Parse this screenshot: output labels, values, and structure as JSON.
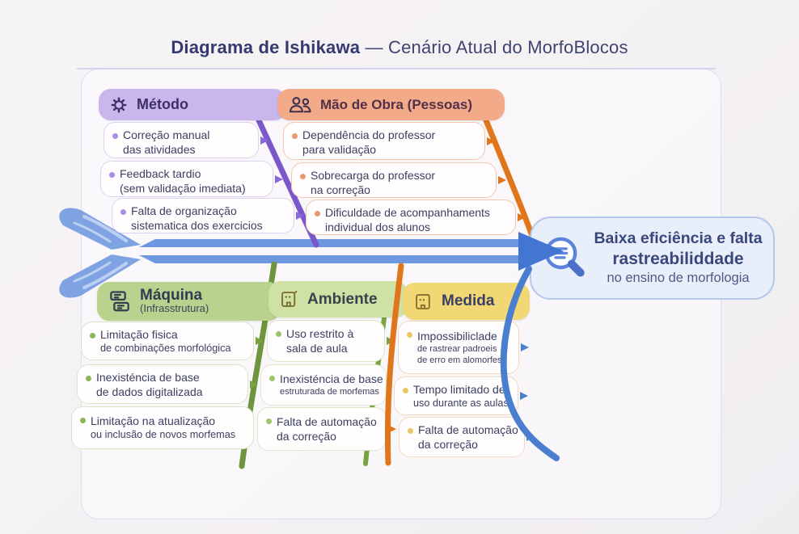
{
  "title": {
    "bold": "Diagrama de Ishikawa",
    "rest": "— Cenário Atual do MorfoBlocos"
  },
  "head": {
    "icon": "magnifier-icon",
    "line1": "Baixa eficiência e falta",
    "line2": "rastreabiliddade",
    "line3": "no ensino de morfologia"
  },
  "colors": {
    "spine_blue": "#6d97de",
    "arrowhead_blue": "#4276d2",
    "bone_purple": "#7a58cc",
    "bone_orange": "#e0751b",
    "bone_green": "#6f9440",
    "bone_green_light": "#7aa23f",
    "bone_blue_curve": "#4a7fd0",
    "header_purple": "#c9b7ec",
    "header_salmon": "#f3aa88",
    "header_green": "#b9d28e",
    "header_green_light": "#cfe2a4",
    "header_yellow": "#f2d775",
    "head_box_bg": "#e9effa"
  },
  "categories": [
    {
      "id": "metodo",
      "label": "Método",
      "icon": "gear-icon",
      "items": [
        [
          "Correção manual",
          "das atividades"
        ],
        [
          "Feedback tardio",
          "(sem validação imediata)"
        ],
        [
          "Falta de organização",
          "sistematica dos exercicios"
        ]
      ]
    },
    {
      "id": "mao-de-obra",
      "label": "Mão de Obra (Pessoas)",
      "icon": "people-icon",
      "items": [
        [
          "Dependência do professor",
          "para validação"
        ],
        [
          "Sobrecarga do professor",
          "na correção"
        ],
        [
          "Dificuldade de acompanhaments",
          "individual dos alunos"
        ]
      ]
    },
    {
      "id": "maquina",
      "label": "Máquina",
      "sublabel": "(Infrasstrutura)",
      "icon": "server-icon",
      "items": [
        [
          "Limitação fisica",
          "de combinações morfológica"
        ],
        [
          "Inexisténcia de base",
          "de dados digitalizada"
        ],
        [
          "Limitação na atualização",
          "ou inclusão de novos morfemas"
        ]
      ]
    },
    {
      "id": "ambiente",
      "label": "Ambiente",
      "icon": "building-icon",
      "items": [
        [
          "Uso restrito à",
          "sala de aula"
        ],
        [
          "Inexisténcia de base",
          "estruturada de morfemas"
        ],
        [
          "Falta de automação",
          "da correção"
        ]
      ]
    },
    {
      "id": "medida",
      "label": "Medida",
      "icon": "floppy-icon",
      "items": [
        [
          "Impossibiliclade",
          "de rastrear padroeis",
          "de erro em alomorfes"
        ],
        [
          "Tempo limitado de",
          "uso durante as aulas"
        ],
        [
          "Falta de automação",
          "da correção"
        ]
      ]
    }
  ]
}
